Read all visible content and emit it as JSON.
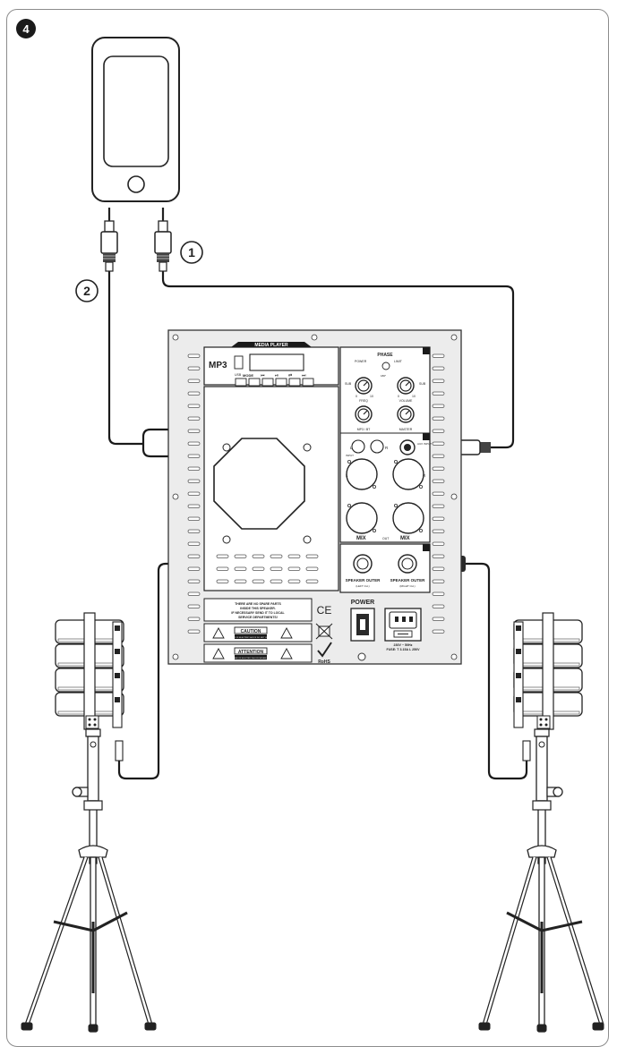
{
  "step_number": "4",
  "callouts": {
    "one": "1",
    "two": "2"
  },
  "mp3": {
    "header": "MEDIA PLAYER",
    "label": "MP3",
    "usb": "USB",
    "mode": "MODE",
    "btn_prev": "⏮",
    "btn_playpause": "⏯",
    "btn_repeat": "⇄",
    "btn_next": "⏭"
  },
  "amp": {
    "phase": "PHASE",
    "power": "POWER",
    "limit": "LIMIT",
    "hz180": "180°",
    "freq": "FREQ",
    "volume": "VOLUME",
    "mp3bt": "MP3 / BT",
    "master": "MASTER",
    "sub": "SUB",
    "min": "0",
    "max": "10",
    "input_l": "L",
    "input_r": "R",
    "input": "INPUT",
    "aux_input": "AUX INPUT",
    "mix": "MIX",
    "out": "OUT",
    "speaker_outer": "SPEAKER OUTER",
    "left_ch": "(LEFT CH.)",
    "right_ch": "(RIGHT CH.)"
  },
  "warnings": {
    "spare_parts": [
      "THERE ARE NO SPARE PARTS",
      "INSIDE THIS SPEAKER.",
      "IF NECESSARY SEND IT TO LOCAL",
      "SERVICE DEPARTMENTS!"
    ],
    "caution": "CAUTION",
    "caution_sub": "RISK OF ELECTRIC SHOCK DO NOT OPEN",
    "attention": "ATTENTION",
    "attention_sub": "DANGER OF ELECTRIC SHOCK NEVER OPEN"
  },
  "certs": {
    "ce": "CE",
    "rohs": "RoHS"
  },
  "power": {
    "label": "POWER",
    "spec1": "230V ~ 50Hz",
    "spec2": "FUSE: T 3.15A L 250V"
  }
}
